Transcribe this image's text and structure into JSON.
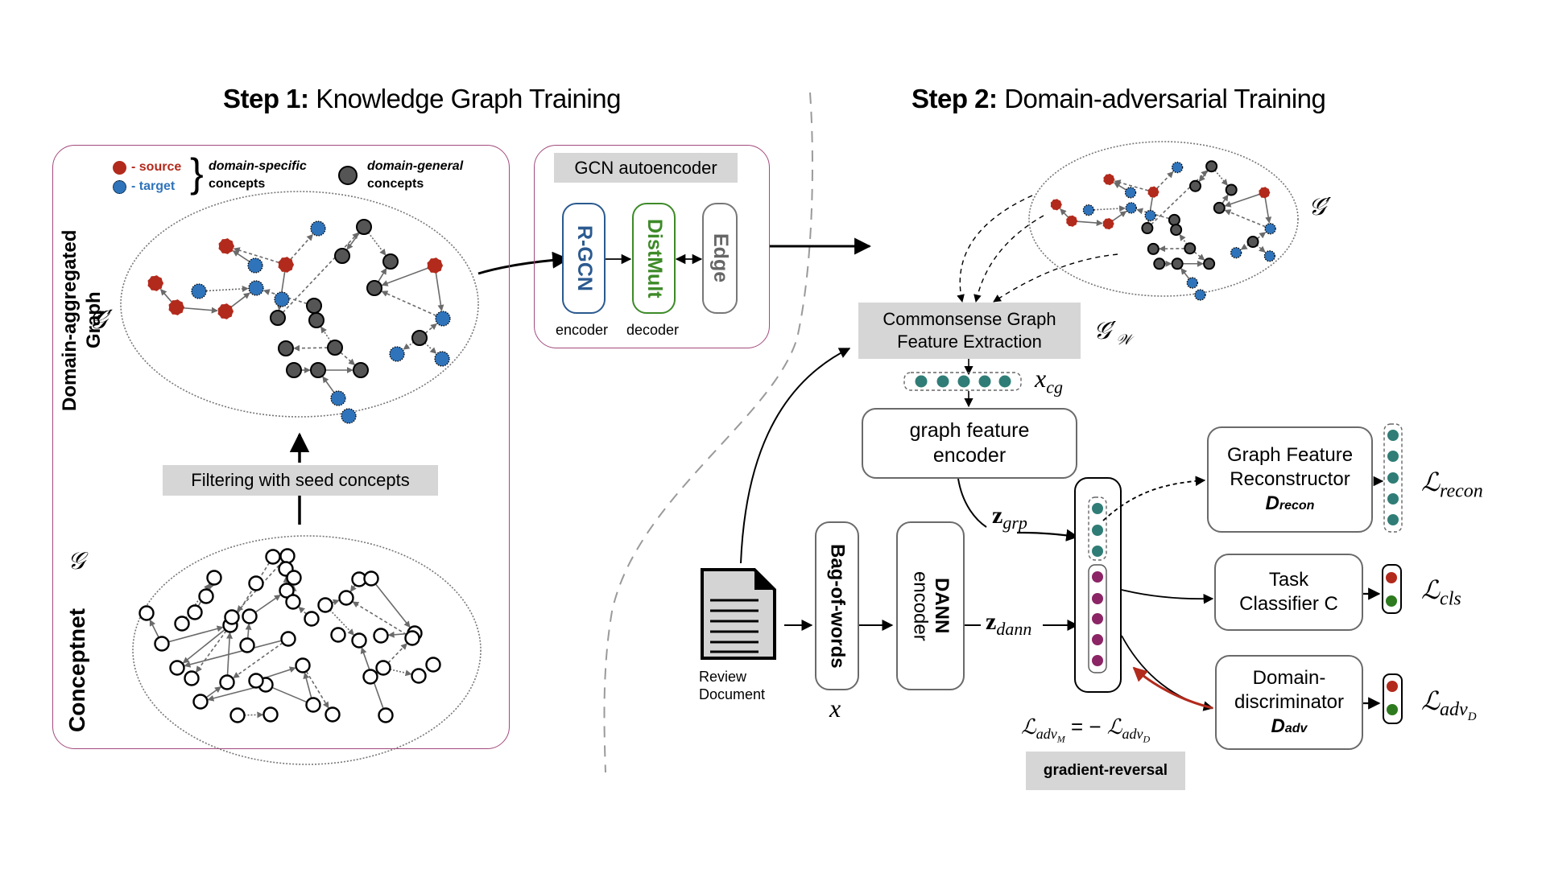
{
  "titles": {
    "step1_bold": "Step 1:",
    "step1_rest": "Knowledge Graph Training",
    "step2_bold": "Step 2:",
    "step2_rest": "Domain-adversarial Training"
  },
  "legend": {
    "source": "- source",
    "target": "- target",
    "specific_line1": "domain-specific",
    "specific_line2": "concepts",
    "general_line1": "domain-general",
    "general_line2": "concepts"
  },
  "colors": {
    "source": "#b22a1c",
    "target": "#2f74bb",
    "general": "#555555",
    "panel_border": "#a24a7c",
    "rgcn": "#2b5a8f",
    "distmult": "#3d8a28",
    "teal": "#2f7d76",
    "purple": "#8b2565",
    "red": "#b22a1c",
    "green": "#2e7a1e"
  },
  "step1": {
    "aggregated_label_line1": "Domain-aggregated",
    "aggregated_label_line2": "Graph",
    "aggregated_symbol": "𝒢′",
    "filter_label": "Filtering with seed concepts",
    "conceptnet_label": "Conceptnet",
    "conceptnet_symbol": "𝒢"
  },
  "gcn": {
    "title": "GCN autoencoder",
    "rgcn": "R-GCN",
    "distmult": "DistMult",
    "edge": "Edge",
    "encoder_caption": "encoder",
    "decoder_caption": "decoder"
  },
  "step2": {
    "graph_symbol": "𝒢′",
    "cgfe_line1": "Commonsense Graph",
    "cgfe_line2": "Feature Extraction",
    "gw_symbol": "𝒢′",
    "gw_sub": "𝒲",
    "xcg": "x",
    "xcg_sub": "cg",
    "gfe_line1": "graph feature",
    "gfe_line2": "encoder",
    "zgrp": "z",
    "zgrp_sub": "grp",
    "doc_line1": "Review",
    "doc_line2": "Document",
    "bow": "Bag-of-words",
    "x": "x",
    "dann_line1": "DANN",
    "dann_line2": "encoder",
    "zdann": "z",
    "zdann_sub": "dann",
    "gfr_line1": "Graph Feature",
    "gfr_line2": "Reconstructor",
    "gfr_sym": "D",
    "gfr_sub": "recon",
    "tc_line1": "Task",
    "tc_line2": "Classifier C",
    "dd_line1": "Domain-",
    "dd_line2": "discriminator",
    "dd_sym": "D",
    "dd_sub": "adv",
    "loss_symbol": "ℒ",
    "loss_recon": "recon",
    "loss_cls": "cls",
    "loss_adv": "adv",
    "loss_adv_sub": "D",
    "eq_lhs_sub": "adv",
    "eq_lhs_subsub": "M",
    "eq_mid": " = − ",
    "eq_rhs_sub": "adv",
    "eq_rhs_subsub": "D",
    "grl": "gradient-reversal"
  }
}
